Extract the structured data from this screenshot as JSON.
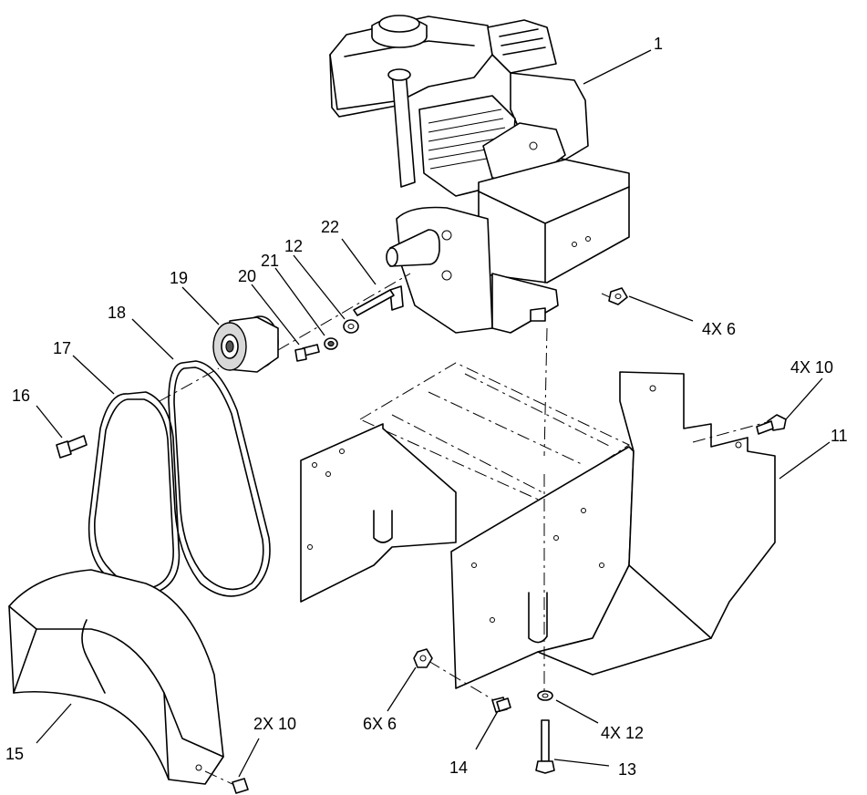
{
  "callouts": {
    "c1": "1",
    "c4x6": "4X 6",
    "c4x10": "4X 10",
    "c11": "11",
    "c22": "22",
    "c12": "12",
    "c21": "21",
    "c20": "20",
    "c19": "19",
    "c18": "18",
    "c17": "17",
    "c16": "16",
    "c15": "15",
    "c2x10": "2X 10",
    "c6x6": "6X 6",
    "c14": "14",
    "c4x12": "4X 12",
    "c13": "13"
  }
}
